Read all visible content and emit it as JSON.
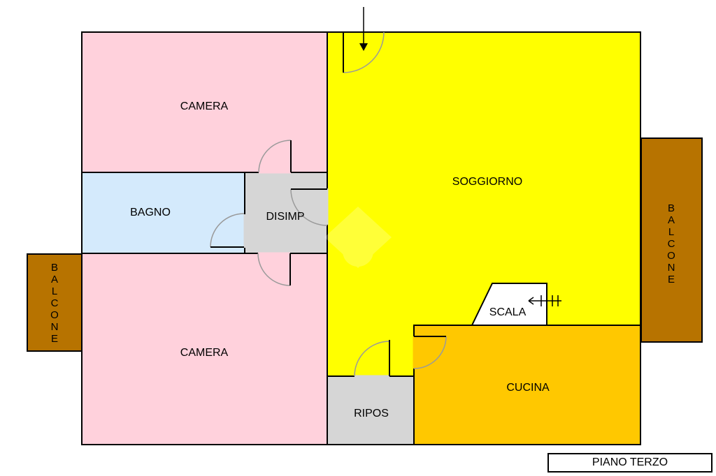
{
  "plan": {
    "colors": {
      "camera": "#ffd1dc",
      "bagno": "#d4eafc",
      "disimp": "#d6d6d6",
      "soggiorno": "#ffff00",
      "cucina": "#ffc800",
      "ripos": "#d6d6d6",
      "balcone": "#b77300",
      "wall": "#000000",
      "door_arc": "#9a9a9a"
    },
    "rooms": {
      "camera_top": "CAMERA",
      "camera_bottom": "CAMERA",
      "bagno": "BAGNO",
      "disimp": "DISIMP",
      "soggiorno": "SOGGIORNO",
      "scala": "SCALA",
      "cucina": "CUCINA",
      "ripos": "RIPOS"
    },
    "balconies": {
      "left": "BALCONE",
      "right": "BALCONE"
    },
    "floor_caption": "PIANO TERZO"
  }
}
